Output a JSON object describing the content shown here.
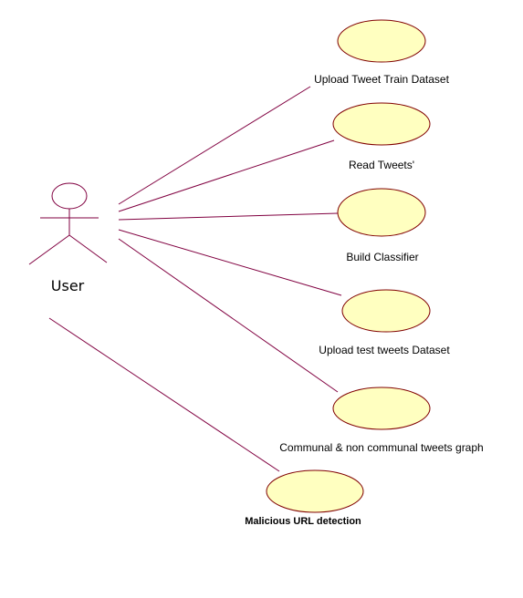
{
  "actor": {
    "name": "User"
  },
  "use_cases": [
    {
      "id": "upload-train",
      "label": "Upload Tweet Train Dataset"
    },
    {
      "id": "read-tweets",
      "label": "Read Tweets'"
    },
    {
      "id": "build-classifier",
      "label": "Build Classifier"
    },
    {
      "id": "upload-test",
      "label": "Upload test tweets Dataset"
    },
    {
      "id": "communal-graph",
      "label": "Communal & non communal tweets graph"
    },
    {
      "id": "malicious-url",
      "label": "Malicious URL detection"
    }
  ],
  "colors": {
    "use_case_fill": "#ffffc0",
    "use_case_stroke": "#800000",
    "actor_stroke": "#800040",
    "association_stroke": "#800040"
  }
}
